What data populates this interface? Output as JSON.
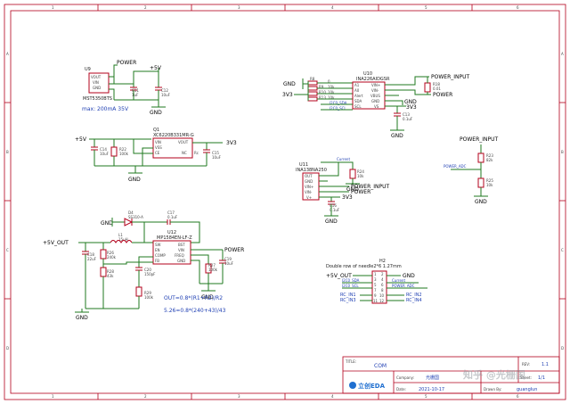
{
  "title_block": {
    "title_label": "TITLE:",
    "title": "COM",
    "rev_label": "REV:",
    "rev": "1.1",
    "company_label": "Company:",
    "company": "光栅国",
    "sheet_label": "Sheet:",
    "sheet": "1/1",
    "date_label": "Date:",
    "date": "2021-10-17",
    "drawn_label": "Drawn By:",
    "drawn_by": "guanglun",
    "logo": "立创EDA",
    "watermark": "知乎 @光栅国"
  },
  "border": {
    "cols": [
      "1",
      "2",
      "3",
      "4",
      "5",
      "6"
    ],
    "rows": [
      "A",
      "B",
      "C",
      "D"
    ]
  },
  "nets": {
    "power": "POWER",
    "p5v": "+5V",
    "gnd": "GND",
    "v3v3": "3V3",
    "power_input": "POWER_INPUT",
    "p5v_out": "+5V_OUT",
    "power_adc": "POWER_ADC",
    "i2c_sda": "I2C0_SDA",
    "i2c_scl": "I2C0_SCL",
    "current": "Current",
    "rc_in1": "RC_IN1",
    "rc_in2": "RC_IN2",
    "rc_in3": "RC_IN3",
    "rc_in4": "RC_IN4"
  },
  "u9": {
    "ref": "U9",
    "part": "MST5350BTS",
    "pins": [
      "VOUT",
      "VIN",
      "GND"
    ],
    "note": "max: 200mA 35V",
    "c11": {
      "ref": "C11",
      "val": "1uF"
    },
    "c12": {
      "ref": "C12",
      "val": "10uF"
    }
  },
  "q1": {
    "ref": "Q1",
    "part": "XC6220B331MR-G",
    "pins": [
      "VIN",
      "VSS",
      "CE",
      "VOUT",
      "NC"
    ],
    "nc_mark": "Rc",
    "c14": {
      "ref": "C14",
      "val": "10uF"
    },
    "r22": {
      "ref": "R22",
      "val": "100k"
    },
    "c15": {
      "ref": "C15",
      "val": "10uF"
    }
  },
  "u12": {
    "ref": "U12",
    "part": "MP1584EN-LF-Z",
    "pins_l": [
      "SW",
      "EN",
      "COMP",
      "FB"
    ],
    "pins_r": [
      "BST",
      "VIN",
      "FREQ",
      "GND"
    ],
    "d4": {
      "ref": "D4",
      "val": "SS310-A"
    },
    "l1": {
      "ref": "L1",
      "val": "15uH"
    },
    "c17": {
      "ref": "C17",
      "val": "0.1uF"
    },
    "c18": {
      "ref": "C18",
      "val": "22uF"
    },
    "r26": {
      "ref": "R26",
      "val": "240k"
    },
    "r28": {
      "ref": "R28",
      "val": "43k"
    },
    "c20": {
      "ref": "C20",
      "val": "150pF"
    },
    "r29": {
      "ref": "R29",
      "val": "100k"
    },
    "r27": {
      "ref": "R27",
      "val": "100k"
    },
    "c19": {
      "ref": "C19",
      "val": "10uF"
    },
    "formula1": "OUT=0.8*(R1+R2)/R2",
    "formula2": "5.26=0.8*(240+43)/43"
  },
  "u10": {
    "ref": "U10",
    "part": "INA226AIDGSR",
    "pins_l": [
      "A1",
      "A0",
      "Alert",
      "SDA",
      "SCL"
    ],
    "pins_r": [
      "VIN+",
      "VIN-",
      "VBUS",
      "GND",
      "VS"
    ],
    "res": [
      {
        "ref": "R8",
        "val": "0"
      },
      {
        "ref": "R9",
        "val": "10k"
      },
      {
        "ref": "R10",
        "val": "10k"
      },
      {
        "ref": "R13",
        "val": "10k"
      }
    ],
    "r18": {
      "ref": "R18",
      "val": "0.01"
    },
    "c13": {
      "ref": "C13",
      "val": "0.1uF"
    }
  },
  "u11": {
    "ref": "U11",
    "part": "INA138NA250",
    "pins": [
      "OUT",
      "GND",
      "VIN+",
      "VIN-",
      "V+"
    ],
    "r24": {
      "ref": "R24",
      "val": "10k"
    },
    "c16": {
      "ref": "C16",
      "val": "0.1uF"
    }
  },
  "adc": {
    "r23": {
      "ref": "R23",
      "val": "82k"
    },
    "r25": {
      "ref": "R25",
      "val": "10k"
    }
  },
  "h2": {
    "ref": "H2",
    "desc": "Double row of needle2*6 1.27mm",
    "left_pins": [
      "1",
      "3",
      "5",
      "7",
      "9",
      "11"
    ],
    "right_pins": [
      "2",
      "4",
      "6",
      "8",
      "10",
      "12"
    ]
  },
  "colors": {
    "wire": "#1f7a1f",
    "component": "#b3001b",
    "annotation": "#1f3fb3"
  }
}
